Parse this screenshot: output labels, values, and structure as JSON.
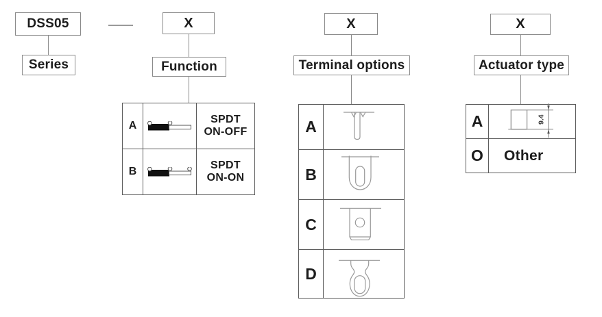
{
  "part_code": {
    "series": "DSS05",
    "separator": "—",
    "x_function": "X",
    "x_terminal": "X",
    "x_actuator": "X"
  },
  "labels": {
    "series": "Series",
    "function": "Function",
    "terminal": "Terminal options",
    "actuator": "Actuator type"
  },
  "function_table": {
    "rows": [
      {
        "key": "A",
        "desc_line1": "SPDT",
        "desc_line2": "ON-OFF",
        "icon": "spdt-lever-schematic-2-contacts"
      },
      {
        "key": "B",
        "desc_line1": "SPDT",
        "desc_line2": "ON-ON",
        "icon": "spdt-lever-schematic-3-contacts"
      }
    ]
  },
  "terminal_table": {
    "rows": [
      {
        "key": "A",
        "icon": "straight-pcb-pin-terminal"
      },
      {
        "key": "B",
        "icon": "solder-lug-terminal-oval-hole"
      },
      {
        "key": "C",
        "icon": "flat-terminal-round-hole"
      },
      {
        "key": "D",
        "icon": "notched-lug-terminal-oval-hole"
      }
    ]
  },
  "actuator_table": {
    "rows": [
      {
        "key": "A",
        "dimension_label": "9.4",
        "icon": "actuator-side-view-with-height-dimension"
      },
      {
        "key": "O",
        "text": "Other"
      }
    ]
  },
  "colors": {
    "box_border": "#8a8a8a",
    "table_border": "#5c5c5c",
    "connector_line": "#8a8a8a",
    "icon_stroke": "#999999",
    "switch_black_bar": "#111111",
    "text": "#1c1c1c"
  }
}
